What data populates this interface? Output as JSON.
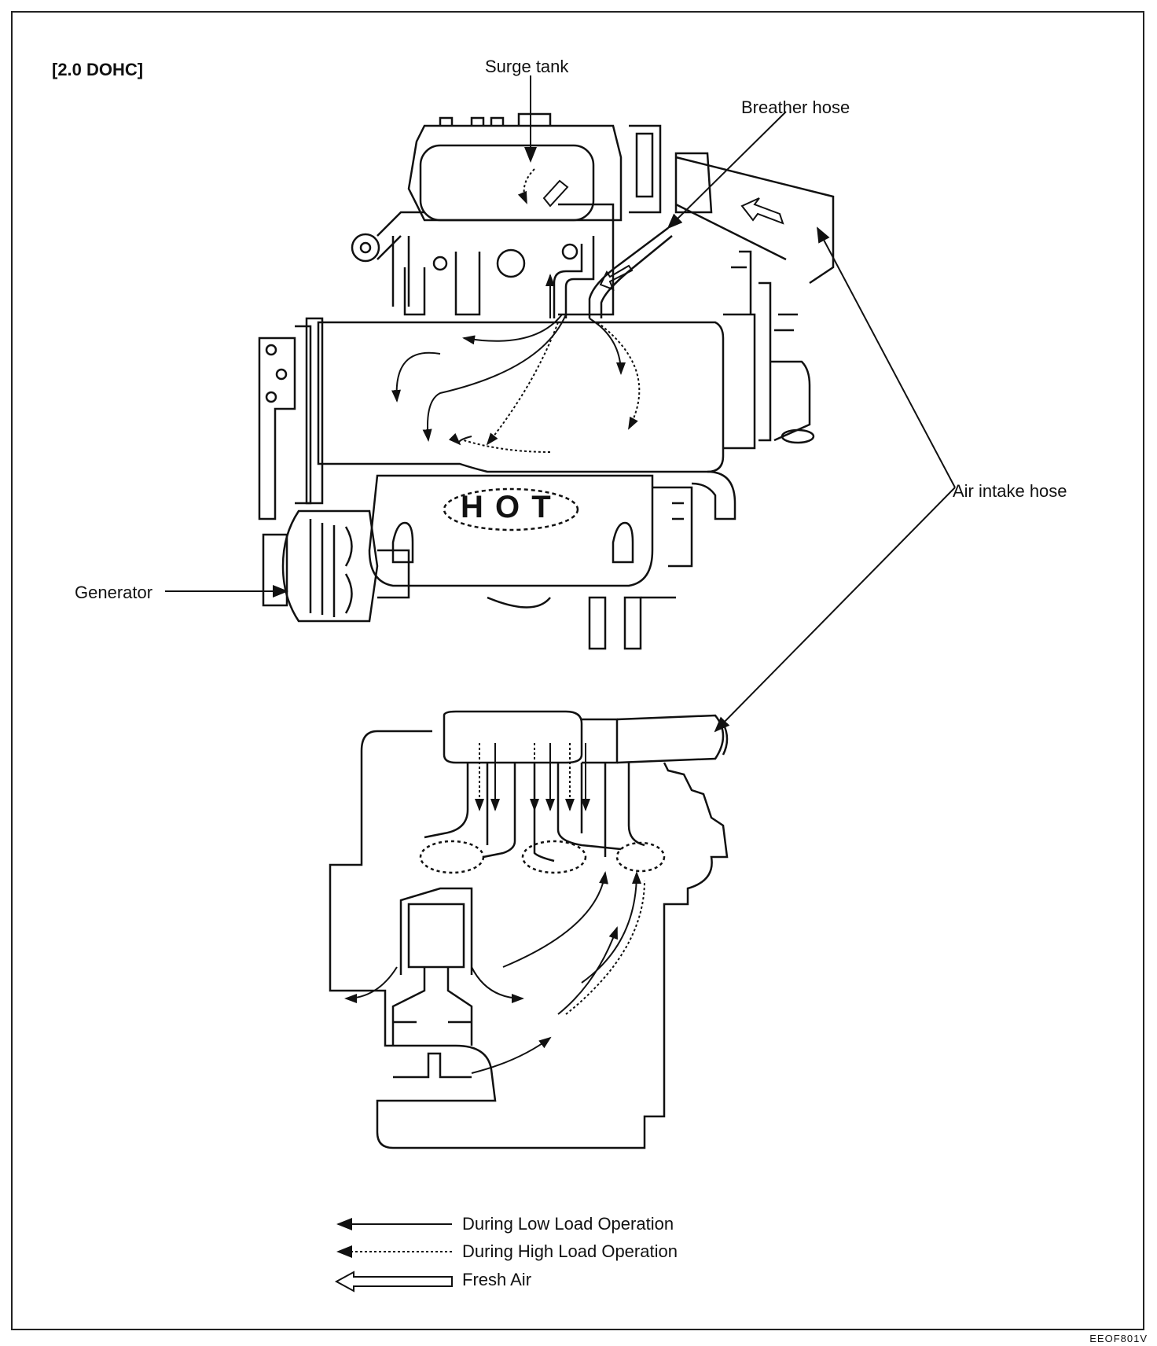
{
  "variant": "[2.0 DOHC]",
  "labels": {
    "surge_tank": "Surge tank",
    "breather_hose": "Breather hose",
    "air_intake_hose": "Air intake hose",
    "generator": "Generator",
    "hot": "H O T"
  },
  "legend": {
    "low_load": "During Low Load Operation",
    "high_load": "During High Load Operation",
    "fresh_air": "Fresh Air"
  },
  "figure_code": "EEOF801V"
}
